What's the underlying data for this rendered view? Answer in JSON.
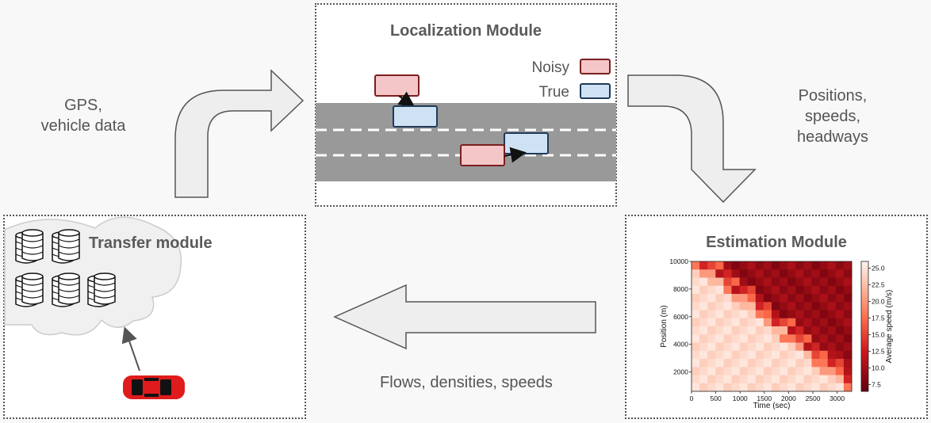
{
  "labels": {
    "input_line1": "GPS,",
    "input_line2": "vehicle data",
    "output_line1": "Positions,",
    "output_line2": "speeds,",
    "output_line3": "headways",
    "flows": "Flows, densities, speeds"
  },
  "localization": {
    "title": "Localization Module",
    "legend_noisy": "Noisy",
    "legend_true": "True",
    "noisy_color": "#f4c6c8",
    "true_color": "#cfe2f3"
  },
  "transfer": {
    "title": "Transfer module"
  },
  "estimation": {
    "title": "Estimation Module"
  },
  "chart_data": {
    "type": "heatmap",
    "xlabel": "Time (sec)",
    "ylabel": "Position (m)",
    "colorbar_label": "Average speed (m/s)",
    "x_ticks": [
      0,
      500,
      1000,
      1500,
      2000,
      2500,
      3000
    ],
    "y_ticks": [
      2000,
      4000,
      6000,
      8000,
      10000
    ],
    "colorbar_ticks": [
      7.5,
      10.0,
      12.5,
      15.0,
      17.5,
      20.0,
      22.5,
      25.0
    ],
    "xlim": [
      0,
      3300
    ],
    "ylim": [
      600,
      10000
    ],
    "clim": [
      6.5,
      26
    ],
    "cols": 20,
    "rows": 16,
    "free_speed": 25,
    "congested_speed": 8
  }
}
